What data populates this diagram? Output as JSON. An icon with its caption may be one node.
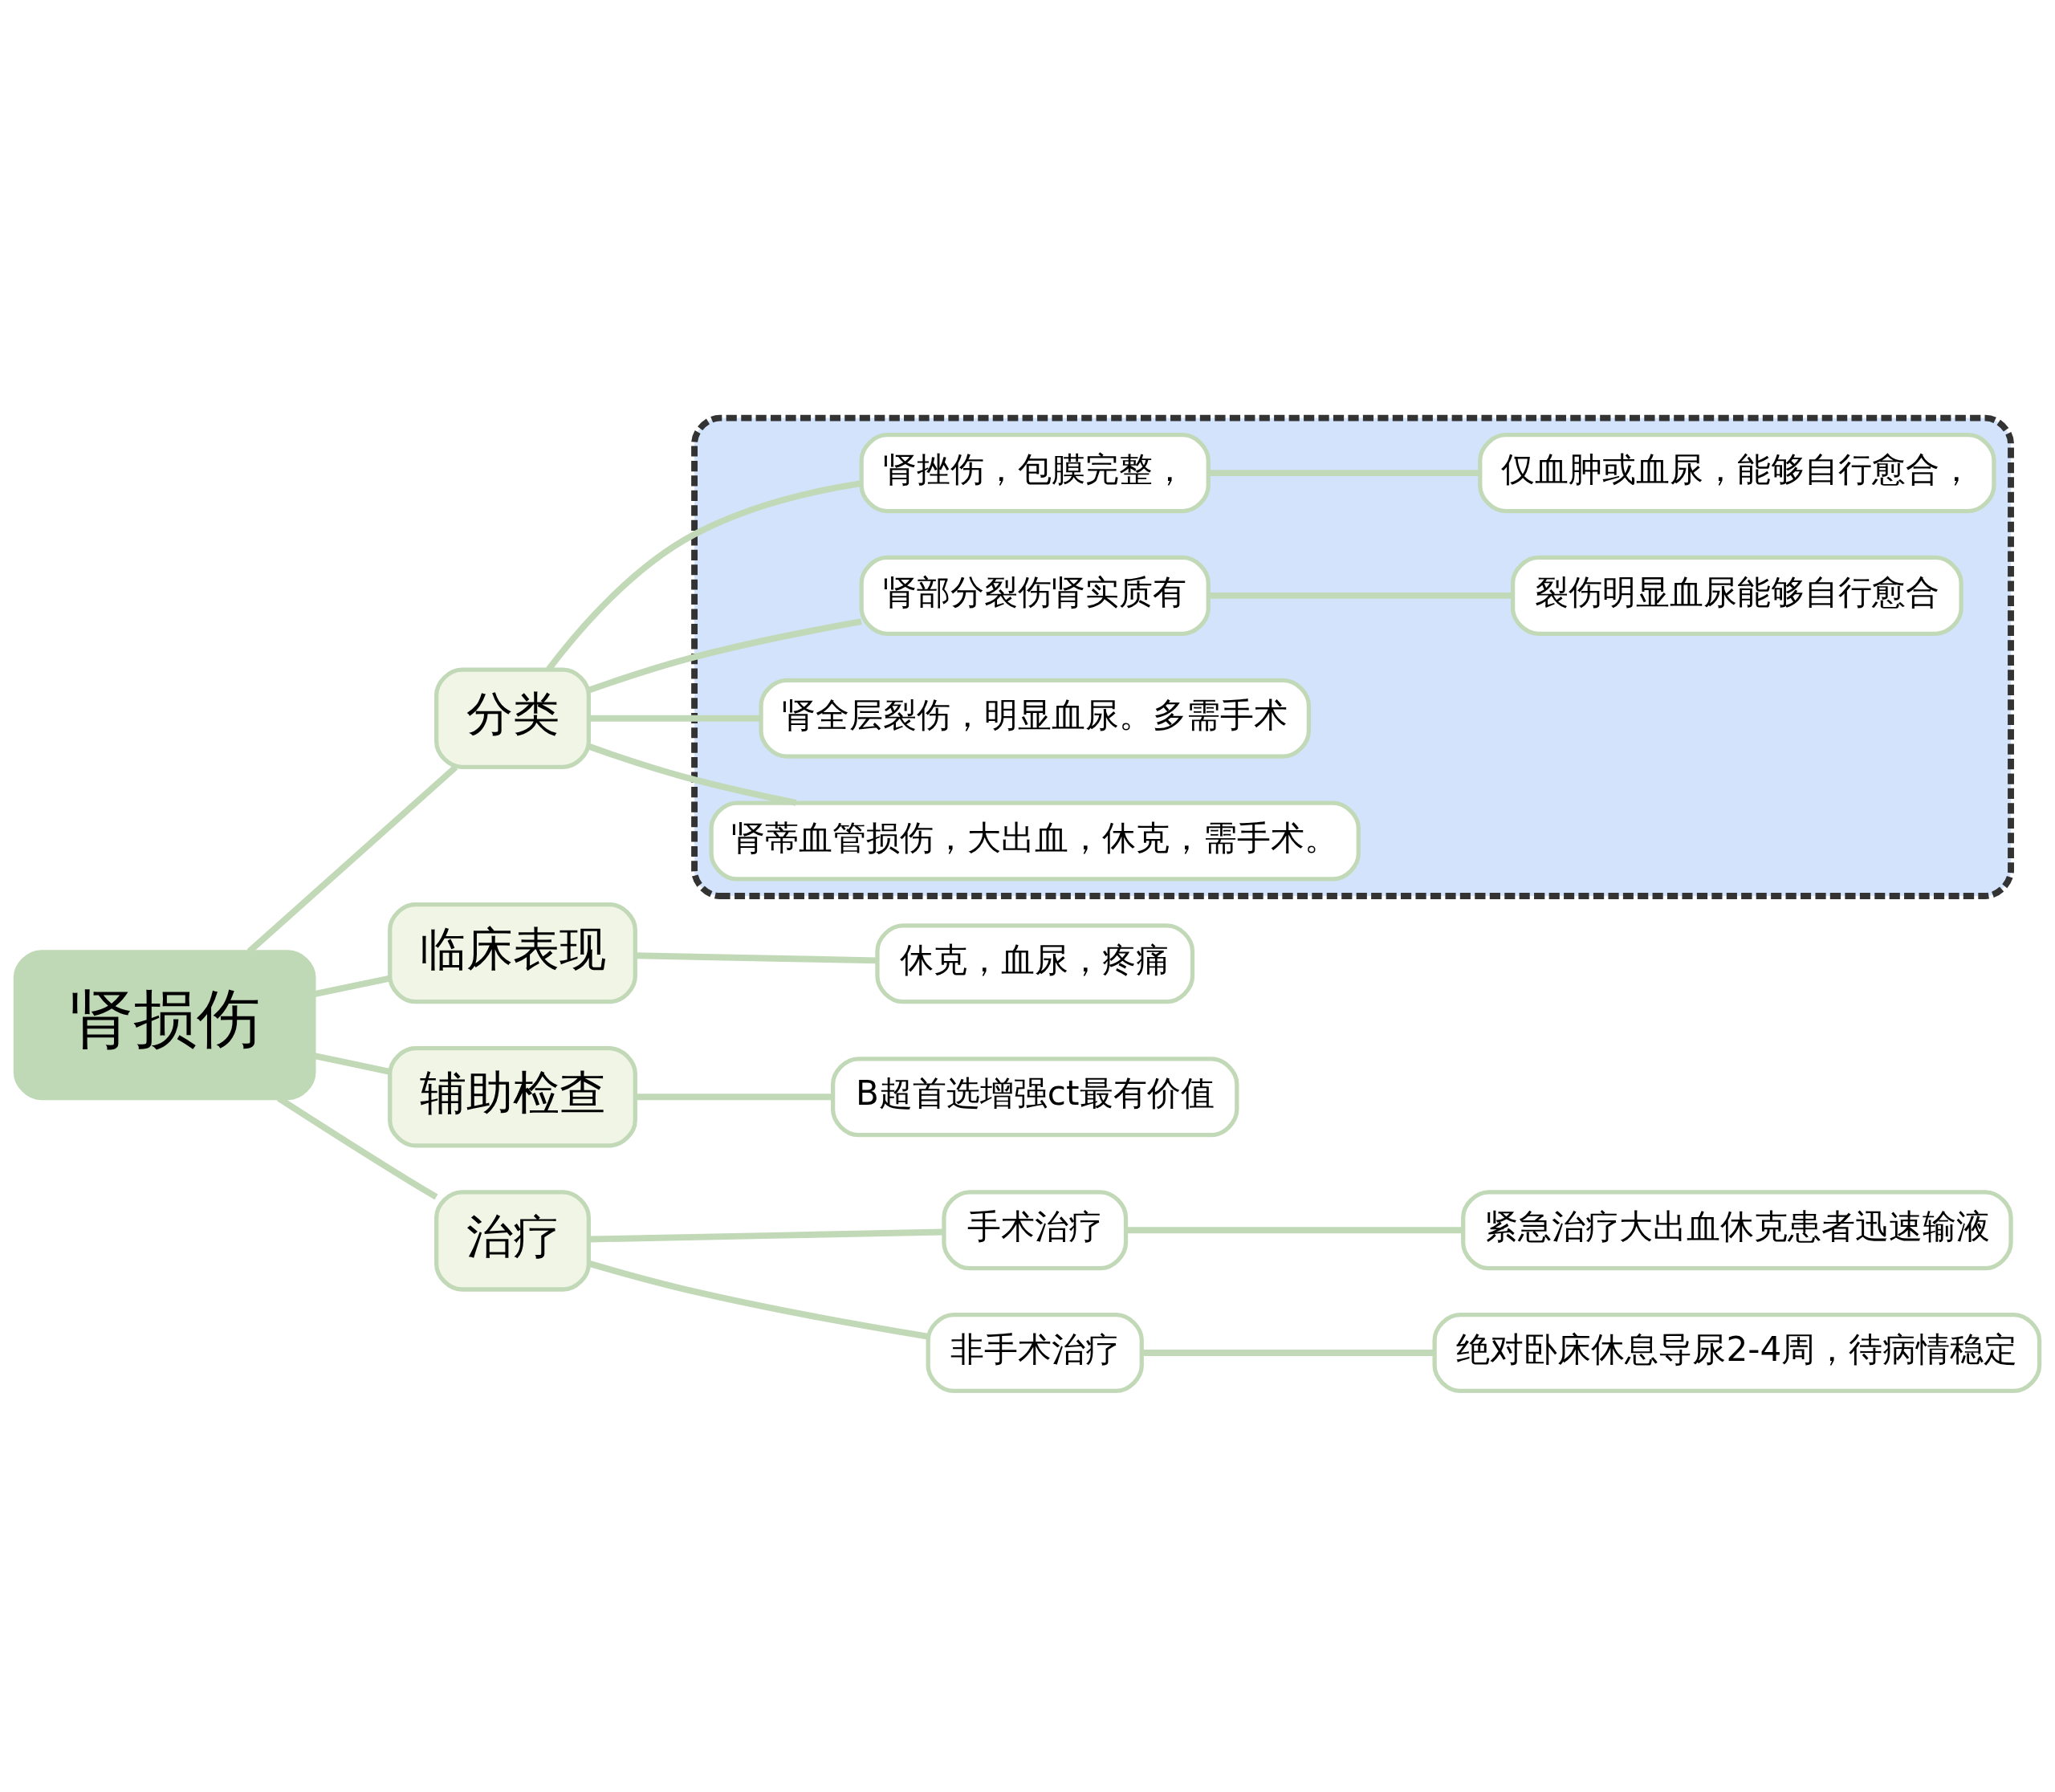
{
  "diagram": {
    "nodes": [
      {
        "text": [
          "肾损伤"
        ]
      },
      {
        "text": [
          "分类"
        ]
      },
      {
        "text": [],
        "shape": "box"
      },
      {
        "text": [
          "肾挫伤，包膜完整，"
        ],
        "in": 2
      },
      {
        "text": [
          "仅血肿或血尿，能够自行愈合，"
        ],
        "in": 2
      },
      {
        "text": [
          "肾部分裂伤肾实质有"
        ],
        "in": 2
      },
      {
        "text": [
          "裂伤明显血尿能够自行愈合"
        ],
        "in": 2
      },
      {
        "text": [
          "肾全层裂伤，明显血尿。多需手术"
        ],
        "in": 2
      },
      {
        "text": [
          "肾蒂血管损伤，大出血，休克，需手术。"
        ],
        "in": 2
      },
      {
        "text": [
          "临床表现"
        ]
      },
      {
        "text": [
          "休克，血尿，疼痛"
        ]
      },
      {
        "text": [
          "辅助检查"
        ]
      },
      {
        "text": [
          "B超首选增强ct最有价值"
        ]
      },
      {
        "text": [
          "治疗"
        ]
      },
      {
        "text": [
          "手术治疗"
        ]
      },
      {
        "text": [
          "紧急治疗大出血休克患者迅速输液"
        ]
      },
      {
        "text": [
          "非手术治疗"
        ]
      },
      {
        "text": [
          "绝对卧床休息导尿2-4周，待病情稳定"
        ]
      }
    ],
    "edges": [
      {
        "from": 0,
        "to": 1,
        "arrow": "none"
      },
      {
        "from": 1,
        "to": 3,
        "arrow": "none"
      },
      {
        "from": 3,
        "to": 4,
        "arrow": "none"
      },
      {
        "from": 1,
        "to": 5,
        "arrow": "none"
      },
      {
        "from": 5,
        "to": 6,
        "arrow": "none"
      },
      {
        "from": 1,
        "to": 7,
        "arrow": "none"
      },
      {
        "from": 1,
        "to": 8,
        "arrow": "none"
      },
      {
        "from": 0,
        "to": 9,
        "arrow": "none"
      },
      {
        "from": 9,
        "to": 10,
        "arrow": "none"
      },
      {
        "from": 0,
        "to": 11,
        "arrow": "none"
      },
      {
        "from": 11,
        "to": 12,
        "arrow": "none"
      },
      {
        "from": 0,
        "to": 13,
        "arrow": "none"
      },
      {
        "from": 13,
        "to": 14,
        "arrow": "none"
      },
      {
        "from": 14,
        "to": 15,
        "arrow": "none"
      },
      {
        "from": 13,
        "to": 16,
        "arrow": "none"
      },
      {
        "from": 16,
        "to": 17,
        "arrow": "none"
      }
    ]
  }
}
